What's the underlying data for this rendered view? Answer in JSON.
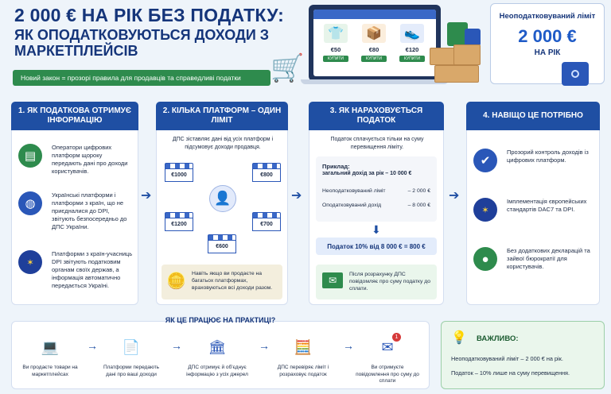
{
  "header": {
    "title_line1": "2 000 € НА РІК БЕЗ ПОДАТКУ:",
    "title_line2": "ЯК ОПОДАТКОВУЮТЬСЯ ДОХОДИ З МАРКЕТПЛЕЙСІВ",
    "banner": "Новий закон = прозорі правила для продавців та справедливі податки"
  },
  "hero": {
    "products": [
      {
        "price": "€50",
        "button": "КУПИТИ",
        "icon": "tshirt-icon"
      },
      {
        "price": "€80",
        "button": "КУПИТИ",
        "icon": "box-icon"
      },
      {
        "price": "€120",
        "button": "КУПИТИ",
        "icon": "sneaker-icon"
      }
    ],
    "limit_card": {
      "line1": "Неоподатковуваний ліміт",
      "amount": "2 000 €",
      "line3": "НА РІК"
    }
  },
  "col1": {
    "heading": "1. ЯК ПОДАТКОВА ОТРИМУЄ ІНФОРМАЦІЮ",
    "items": [
      {
        "icon": "document-icon",
        "text": "Оператори цифрових платформ щороку передають дані про доходи користувачів."
      },
      {
        "icon": "globe-icon",
        "text": "Українські платформи і платформи з країн, що не приєдналися до DPI, звітують безпосередньо до ДПС України."
      },
      {
        "icon": "eu-flag-icon",
        "text": "Платформи з країн-учасниць DPI звітують податковим органам своїх держав, а інформація автоматично передається Україні."
      }
    ]
  },
  "col2": {
    "heading": "2. КІЛЬКА ПЛАТФОРМ – ОДИН ЛІМІТ",
    "intro": "ДПС зіставляє дані від усіх платформ і підсумовує доходи продавця.",
    "platforms": [
      "€1000",
      "€800",
      "€1200",
      "€700",
      "€600"
    ],
    "note": "Навіть якщо ви продаєте на багатьох платформах, враховуються всі доходи разом."
  },
  "col3": {
    "heading": "3. ЯК НАРАХОВУЄТЬСЯ ПОДАТОК",
    "intro": "Податок сплачується тільки на суму перевищення ліміту.",
    "example_label": "Приклад:",
    "total_label": "загальний дохід за рік – 10 000 €",
    "rows": [
      {
        "label": "Неоподатковуваний ліміт",
        "value": "– 2 000 €"
      },
      {
        "label": "Оподатковуваний дохід",
        "value": "– 8 000 €"
      }
    ],
    "tax_line": "Податок 10% від 8 000 € = 800 €",
    "note": "Після розрахунку ДПС повідомляє про суму податку до сплати."
  },
  "col4": {
    "heading": "4. НАВІЩО ЦЕ ПОТРІБНО",
    "items": [
      {
        "icon": "shield-check-icon",
        "text": "Прозорий контроль доходів із цифрових платформ."
      },
      {
        "icon": "eu-flag-icon",
        "text": "Імплементація європейських стандартів DAC7 та DPI."
      },
      {
        "icon": "user-icon",
        "text": "Без додаткових декларацій та зайвої бюрократії для користувачів."
      }
    ]
  },
  "practice": {
    "heading": "ЯК ЦЕ ПРАЦЮЄ НА ПРАКТИЦІ?",
    "steps": [
      {
        "icon": "laptop-icon",
        "text": "Ви продаєте товари на маркетплейсах"
      },
      {
        "icon": "upload-document-icon",
        "text": "Платформи передають дані про ваші доходи"
      },
      {
        "icon": "bank-icon",
        "text": "ДПС отримує й об'єднує інформацію з усіх джерел"
      },
      {
        "icon": "calculator-icon",
        "text": "ДПС перевіряє ліміт і розраховує податок"
      },
      {
        "icon": "envelope-icon",
        "text": "Ви отримуєте повідомлення про суму до сплати",
        "badge": "1"
      }
    ]
  },
  "important": {
    "heading": "ВАЖЛИВО:",
    "lines": [
      "Неоподатковуваний ліміт – 2 000 € на рік.",
      "Податок – 10% лише на суму перевищення."
    ]
  }
}
